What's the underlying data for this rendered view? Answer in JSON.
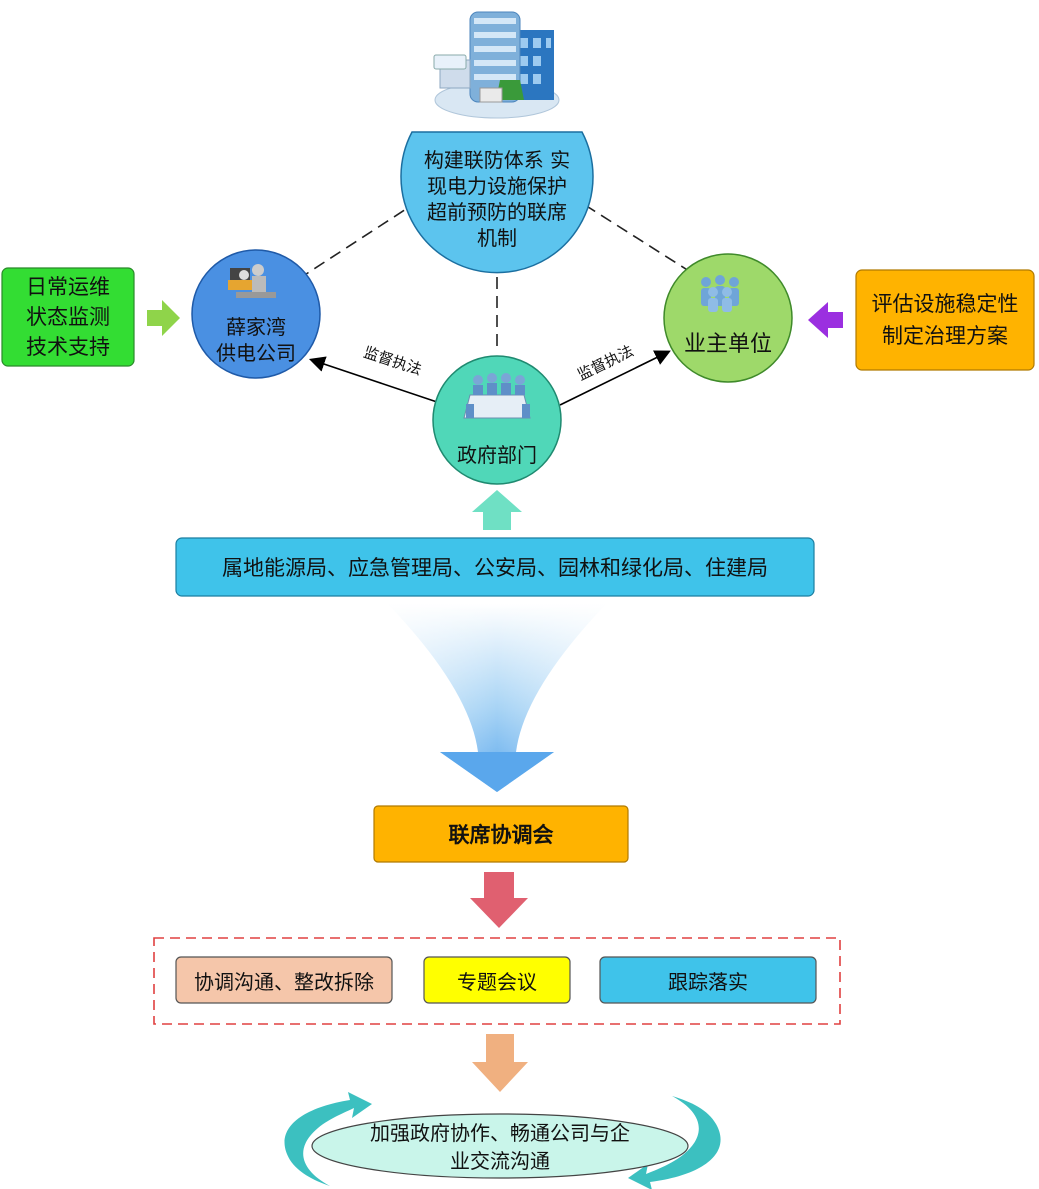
{
  "top_node": {
    "lines": [
      "构建联防体系  实",
      "现电力设施保护",
      "超前预防的联席",
      "机制"
    ]
  },
  "left_node": {
    "lines": [
      "薛家湾",
      "供电公司"
    ]
  },
  "right_node": {
    "label": "业主单位"
  },
  "center_node": {
    "label": "政府部门"
  },
  "left_side_box": {
    "lines": [
      "日常运维",
      "状态监测",
      "技术支持"
    ]
  },
  "right_side_box": {
    "lines": [
      "评估设施稳定性",
      "制定治理方案"
    ]
  },
  "edge_labels": {
    "left": "监督执法",
    "right": "监督执法"
  },
  "agencies_box": {
    "label": "属地能源局、应急管理局、公安局、园林和绿化局、住建局"
  },
  "meeting_box": {
    "label": "联席协调会"
  },
  "actions": [
    {
      "label": "协调沟通、整改拆除"
    },
    {
      "label": "专题会议"
    },
    {
      "label": "跟踪落实"
    }
  ],
  "result": {
    "lines": [
      "加强政府协作、畅通公司与企",
      "业交流沟通"
    ]
  },
  "colors": {
    "top_circle": "#5cc4ee",
    "left_circle": "#4a90e2",
    "right_circle": "#9ed96a",
    "center_circle": "#50d7b8",
    "left_box": "#33dd33",
    "right_box": "#ffb300",
    "agencies": "#3fc3ea",
    "meeting": "#ffb300",
    "action1": "#f5c6aa",
    "action2": "#ffff00",
    "action3": "#3fc3ea",
    "arrow_green": "#8fd44a",
    "arrow_purple": "#9b2fe0",
    "arrow_teal": "#6fe0c4",
    "arrow_red": "#e06070",
    "arrow_peach": "#f0b080",
    "result_ellipse": "#c9f5ea",
    "cycle_arrows": "#3cc0c0",
    "dashed_frame": "#e04040"
  }
}
